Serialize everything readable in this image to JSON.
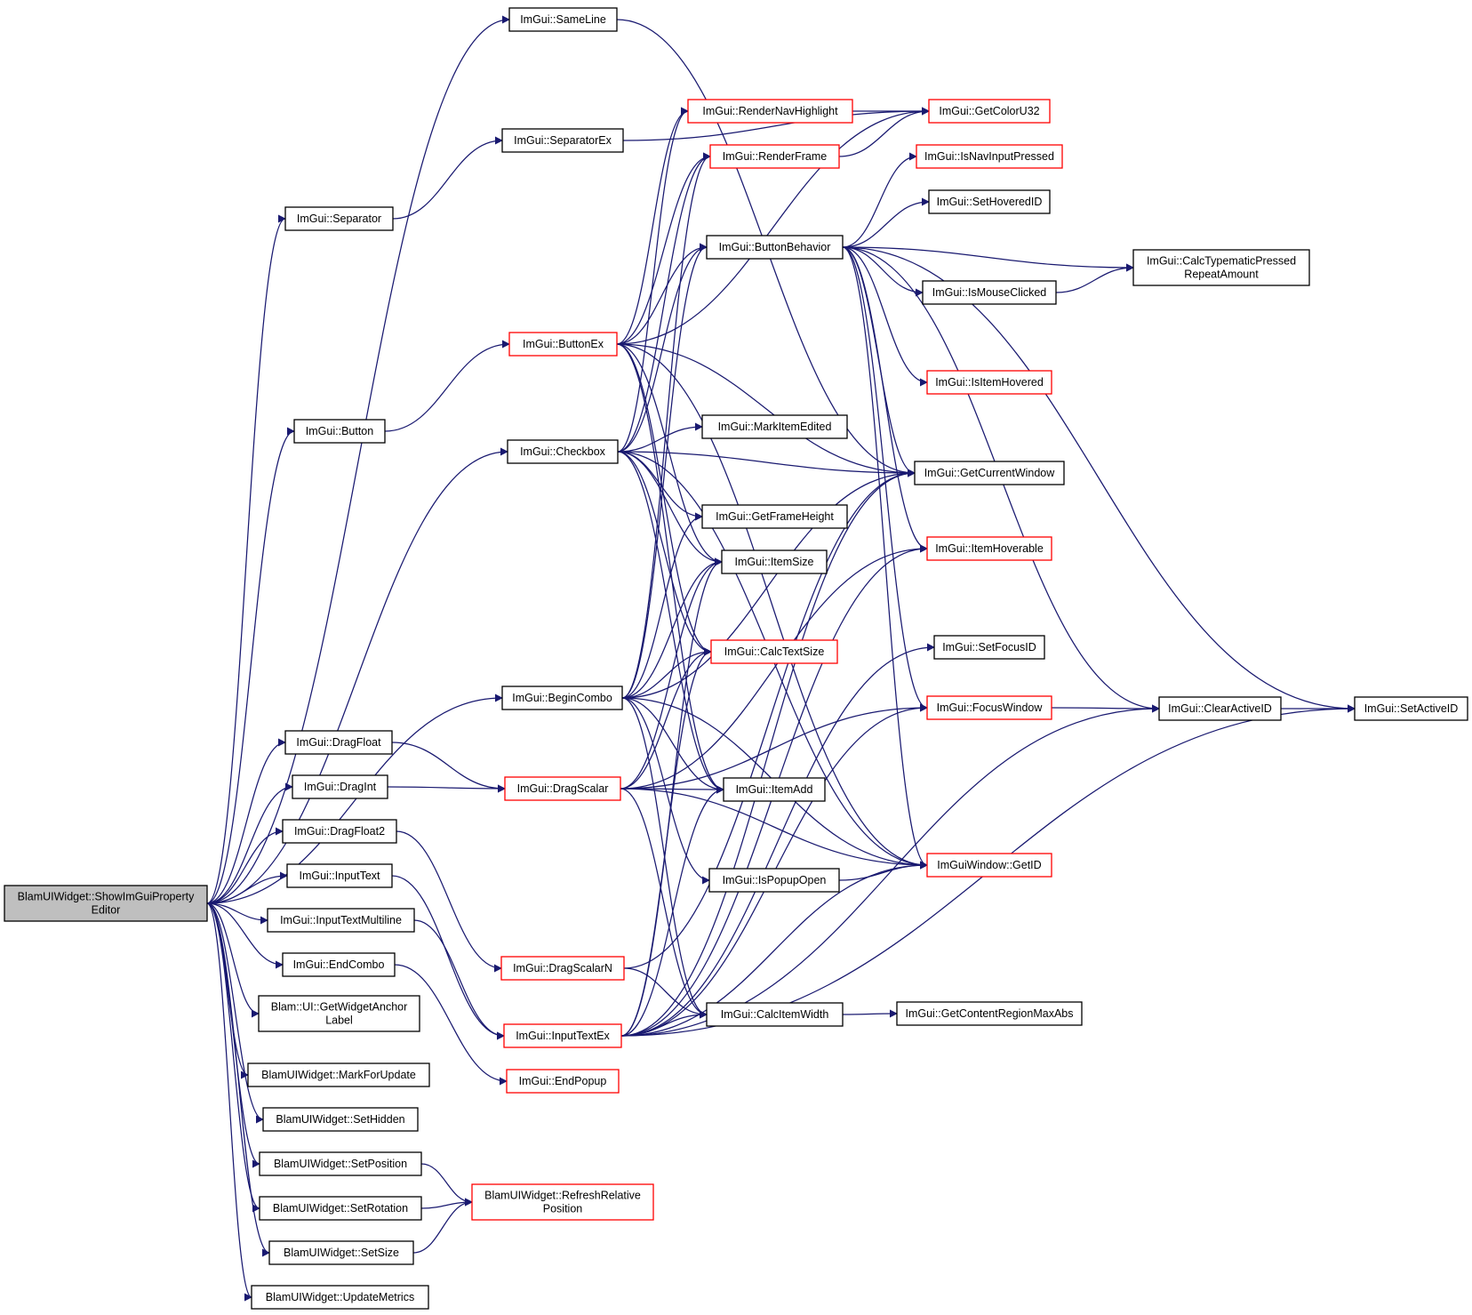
{
  "colors": {
    "edge": "#191970",
    "border_normal": "#000000",
    "border_truncated": "#ff0000",
    "root_fill": "#bfbfbf"
  },
  "nodes": [
    {
      "id": "root",
      "lines": [
        "BlamUIWidget::ShowImGuiProperty",
        "Editor"
      ],
      "style": "root"
    },
    {
      "id": "sameline",
      "lines": [
        "ImGui::SameLine"
      ],
      "style": "normal"
    },
    {
      "id": "separatorex",
      "lines": [
        "ImGui::SeparatorEx"
      ],
      "style": "normal"
    },
    {
      "id": "separator",
      "lines": [
        "ImGui::Separator"
      ],
      "style": "normal"
    },
    {
      "id": "button",
      "lines": [
        "ImGui::Button"
      ],
      "style": "normal"
    },
    {
      "id": "checkbox",
      "lines": [
        "ImGui::Checkbox"
      ],
      "style": "normal"
    },
    {
      "id": "beginCombo",
      "lines": [
        "ImGui::BeginCombo"
      ],
      "style": "normal"
    },
    {
      "id": "dragfloat",
      "lines": [
        "ImGui::DragFloat"
      ],
      "style": "normal"
    },
    {
      "id": "dragint",
      "lines": [
        "ImGui::DragInt"
      ],
      "style": "normal"
    },
    {
      "id": "dragfloat2",
      "lines": [
        "ImGui::DragFloat2"
      ],
      "style": "normal"
    },
    {
      "id": "inputtext",
      "lines": [
        "ImGui::InputText"
      ],
      "style": "normal"
    },
    {
      "id": "inputtextml",
      "lines": [
        "ImGui::InputTextMultiline"
      ],
      "style": "normal"
    },
    {
      "id": "endcombo",
      "lines": [
        "ImGui::EndCombo"
      ],
      "style": "normal"
    },
    {
      "id": "getanchor",
      "lines": [
        "Blam::UI::GetWidgetAnchor",
        "Label"
      ],
      "style": "normal"
    },
    {
      "id": "markforupdate",
      "lines": [
        "BlamUIWidget::MarkForUpdate"
      ],
      "style": "normal"
    },
    {
      "id": "sethidden",
      "lines": [
        "BlamUIWidget::SetHidden"
      ],
      "style": "normal"
    },
    {
      "id": "setposition",
      "lines": [
        "BlamUIWidget::SetPosition"
      ],
      "style": "normal"
    },
    {
      "id": "setrotation",
      "lines": [
        "BlamUIWidget::SetRotation"
      ],
      "style": "normal"
    },
    {
      "id": "setsize",
      "lines": [
        "BlamUIWidget::SetSize"
      ],
      "style": "normal"
    },
    {
      "id": "updatemetrics",
      "lines": [
        "BlamUIWidget::UpdateMetrics"
      ],
      "style": "normal"
    },
    {
      "id": "buttonex",
      "lines": [
        "ImGui::ButtonEx"
      ],
      "style": "red"
    },
    {
      "id": "dragscalar",
      "lines": [
        "ImGui::DragScalar"
      ],
      "style": "red"
    },
    {
      "id": "dragscalarn",
      "lines": [
        "ImGui::DragScalarN"
      ],
      "style": "red"
    },
    {
      "id": "inputtextex",
      "lines": [
        "ImGui::InputTextEx"
      ],
      "style": "red"
    },
    {
      "id": "endpopup",
      "lines": [
        "ImGui::EndPopup"
      ],
      "style": "red"
    },
    {
      "id": "refreshrel",
      "lines": [
        "BlamUIWidget::RefreshRelative",
        "Position"
      ],
      "style": "red"
    },
    {
      "id": "rendernav",
      "lines": [
        "ImGui::RenderNavHighlight"
      ],
      "style": "red"
    },
    {
      "id": "renderframe",
      "lines": [
        "ImGui::RenderFrame"
      ],
      "style": "red"
    },
    {
      "id": "buttonbehavior",
      "lines": [
        "ImGui::ButtonBehavior"
      ],
      "style": "normal"
    },
    {
      "id": "markitemedited",
      "lines": [
        "ImGui::MarkItemEdited"
      ],
      "style": "normal"
    },
    {
      "id": "getframeheight",
      "lines": [
        "ImGui::GetFrameHeight"
      ],
      "style": "normal"
    },
    {
      "id": "itemsize",
      "lines": [
        "ImGui::ItemSize"
      ],
      "style": "normal"
    },
    {
      "id": "calctextsize",
      "lines": [
        "ImGui::CalcTextSize"
      ],
      "style": "red"
    },
    {
      "id": "itemadd",
      "lines": [
        "ImGui::ItemAdd"
      ],
      "style": "normal"
    },
    {
      "id": "ispopupopen",
      "lines": [
        "ImGui::IsPopupOpen"
      ],
      "style": "normal"
    },
    {
      "id": "calcitemwidth",
      "lines": [
        "ImGui::CalcItemWidth"
      ],
      "style": "normal"
    },
    {
      "id": "getcoloru32",
      "lines": [
        "ImGui::GetColorU32"
      ],
      "style": "red"
    },
    {
      "id": "isnavinput",
      "lines": [
        "ImGui::IsNavInputPressed"
      ],
      "style": "red"
    },
    {
      "id": "sethoveredid",
      "lines": [
        "ImGui::SetHoveredID"
      ],
      "style": "normal"
    },
    {
      "id": "ismouseclicked",
      "lines": [
        "ImGui::IsMouseClicked"
      ],
      "style": "normal"
    },
    {
      "id": "isitemhovered",
      "lines": [
        "ImGui::IsItemHovered"
      ],
      "style": "red"
    },
    {
      "id": "getcurrentwindow",
      "lines": [
        "ImGui::GetCurrentWindow"
      ],
      "style": "normal"
    },
    {
      "id": "itemhoverable",
      "lines": [
        "ImGui::ItemHoverable"
      ],
      "style": "red"
    },
    {
      "id": "setfocusid",
      "lines": [
        "ImGui::SetFocusID"
      ],
      "style": "normal"
    },
    {
      "id": "focuswindow",
      "lines": [
        "ImGui::FocusWindow"
      ],
      "style": "red"
    },
    {
      "id": "windowgetid",
      "lines": [
        "ImGuiWindow::GetID"
      ],
      "style": "red"
    },
    {
      "id": "getcontentregion",
      "lines": [
        "ImGui::GetContentRegionMaxAbs"
      ],
      "style": "normal"
    },
    {
      "id": "calctypematic",
      "lines": [
        "ImGui::CalcTypematicPressed",
        "RepeatAmount"
      ],
      "style": "normal"
    },
    {
      "id": "clearactiveid",
      "lines": [
        "ImGui::ClearActiveID"
      ],
      "style": "normal"
    },
    {
      "id": "setactiveid",
      "lines": [
        "ImGui::SetActiveID"
      ],
      "style": "normal"
    }
  ],
  "edges": [
    [
      "root",
      "sameline"
    ],
    [
      "root",
      "separator"
    ],
    [
      "root",
      "button"
    ],
    [
      "root",
      "checkbox"
    ],
    [
      "root",
      "beginCombo"
    ],
    [
      "root",
      "dragfloat"
    ],
    [
      "root",
      "dragint"
    ],
    [
      "root",
      "dragfloat2"
    ],
    [
      "root",
      "inputtext"
    ],
    [
      "root",
      "inputtextml"
    ],
    [
      "root",
      "endcombo"
    ],
    [
      "root",
      "getanchor"
    ],
    [
      "root",
      "markforupdate"
    ],
    [
      "root",
      "sethidden"
    ],
    [
      "root",
      "setposition"
    ],
    [
      "root",
      "setrotation"
    ],
    [
      "root",
      "setsize"
    ],
    [
      "root",
      "updatemetrics"
    ],
    [
      "separator",
      "separatorex"
    ],
    [
      "button",
      "buttonex"
    ],
    [
      "dragfloat",
      "dragscalar"
    ],
    [
      "dragint",
      "dragscalar"
    ],
    [
      "dragfloat2",
      "dragscalarn"
    ],
    [
      "inputtext",
      "inputtextex"
    ],
    [
      "inputtextml",
      "inputtextex"
    ],
    [
      "endcombo",
      "endpopup"
    ],
    [
      "setposition",
      "refreshrel"
    ],
    [
      "setrotation",
      "refreshrel"
    ],
    [
      "setsize",
      "refreshrel"
    ],
    [
      "sameline",
      "getcurrentwindow"
    ],
    [
      "separatorex",
      "getcoloru32"
    ],
    [
      "buttonex",
      "rendernav"
    ],
    [
      "buttonex",
      "renderframe"
    ],
    [
      "buttonex",
      "buttonbehavior"
    ],
    [
      "buttonex",
      "itemsize"
    ],
    [
      "buttonex",
      "calctextsize"
    ],
    [
      "buttonex",
      "itemadd"
    ],
    [
      "buttonex",
      "getcurrentwindow"
    ],
    [
      "buttonex",
      "windowgetid"
    ],
    [
      "buttonex",
      "getcoloru32"
    ],
    [
      "checkbox",
      "rendernav"
    ],
    [
      "checkbox",
      "renderframe"
    ],
    [
      "checkbox",
      "buttonbehavior"
    ],
    [
      "checkbox",
      "markitemedited"
    ],
    [
      "checkbox",
      "getframeheight"
    ],
    [
      "checkbox",
      "itemsize"
    ],
    [
      "checkbox",
      "calctextsize"
    ],
    [
      "checkbox",
      "itemadd"
    ],
    [
      "checkbox",
      "getcurrentwindow"
    ],
    [
      "checkbox",
      "windowgetid"
    ],
    [
      "beginCombo",
      "renderframe"
    ],
    [
      "beginCombo",
      "buttonbehavior"
    ],
    [
      "beginCombo",
      "getframeheight"
    ],
    [
      "beginCombo",
      "itemsize"
    ],
    [
      "beginCombo",
      "calctextsize"
    ],
    [
      "beginCombo",
      "itemadd"
    ],
    [
      "beginCombo",
      "ispopupopen"
    ],
    [
      "beginCombo",
      "calcitemwidth"
    ],
    [
      "beginCombo",
      "getcurrentwindow"
    ],
    [
      "beginCombo",
      "windowgetid"
    ],
    [
      "dragscalar",
      "itemadd"
    ],
    [
      "dragscalar",
      "itemsize"
    ],
    [
      "dragscalar",
      "calctextsize"
    ],
    [
      "dragscalar",
      "calcitemwidth"
    ],
    [
      "dragscalar",
      "itemhoverable"
    ],
    [
      "dragscalar",
      "windowgetid"
    ],
    [
      "dragscalar",
      "focuswindow"
    ],
    [
      "dragscalarn",
      "calcitemwidth"
    ],
    [
      "dragscalarn",
      "getcurrentwindow"
    ],
    [
      "inputtextex",
      "itemsize"
    ],
    [
      "inputtextex",
      "calctextsize"
    ],
    [
      "inputtextex",
      "itemadd"
    ],
    [
      "inputtextex",
      "calcitemwidth"
    ],
    [
      "inputtextex",
      "getcurrentwindow"
    ],
    [
      "inputtextex",
      "setfocusid"
    ],
    [
      "inputtextex",
      "itemhoverable"
    ],
    [
      "inputtextex",
      "windowgetid"
    ],
    [
      "inputtextex",
      "focuswindow"
    ],
    [
      "inputtextex",
      "clearactiveid"
    ],
    [
      "inputtextex",
      "setactiveid"
    ],
    [
      "rendernav",
      "getcoloru32"
    ],
    [
      "renderframe",
      "getcoloru32"
    ],
    [
      "buttonbehavior",
      "isnavinput"
    ],
    [
      "buttonbehavior",
      "sethoveredid"
    ],
    [
      "buttonbehavior",
      "calctypematic"
    ],
    [
      "buttonbehavior",
      "ismouseclicked"
    ],
    [
      "buttonbehavior",
      "isitemhovered"
    ],
    [
      "buttonbehavior",
      "getcurrentwindow"
    ],
    [
      "buttonbehavior",
      "itemhoverable"
    ],
    [
      "buttonbehavior",
      "focuswindow"
    ],
    [
      "buttonbehavior",
      "windowgetid"
    ],
    [
      "buttonbehavior",
      "clearactiveid"
    ],
    [
      "buttonbehavior",
      "setactiveid"
    ],
    [
      "ismouseclicked",
      "calctypematic"
    ],
    [
      "ispopupopen",
      "windowgetid"
    ],
    [
      "calcitemwidth",
      "getcontentregion"
    ],
    [
      "focuswindow",
      "clearactiveid"
    ],
    [
      "clearactiveid",
      "setactiveid"
    ]
  ]
}
